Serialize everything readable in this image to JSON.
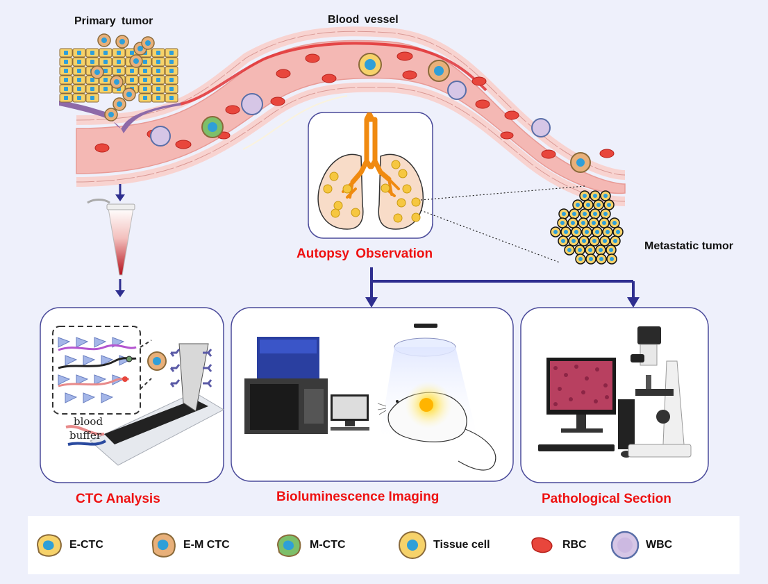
{
  "labels": {
    "primary_tumor": "Primary tumor",
    "blood_vessel": "Blood vessel",
    "metastatic_tumor": "Metastatic tumor",
    "autopsy": "Autopsy Observation",
    "ctc_analysis": "CTC Analysis",
    "biolum": "Bioluminescence Imaging",
    "patho": "Pathological Section",
    "chip_blood": "blood",
    "chip_buffer": "buffer"
  },
  "legend": [
    {
      "key": "ectc",
      "label": "E-CTC",
      "icon": "e-ctc-cell-icon"
    },
    {
      "key": "emctc",
      "label": "E-M CTC",
      "icon": "e-m-ctc-cell-icon"
    },
    {
      "key": "mctc",
      "label": "M-CTC",
      "icon": "m-ctc-cell-icon"
    },
    {
      "key": "tissue",
      "label": "Tissue cell",
      "icon": "tissue-cell-icon"
    },
    {
      "key": "rbc",
      "label": "RBC",
      "icon": "rbc-icon"
    },
    {
      "key": "wbc",
      "label": "WBC",
      "icon": "wbc-icon"
    }
  ],
  "colors": {
    "vessel": "#f4b8b4",
    "vessel_wall": "#f8d3d0",
    "rbc": "#e8463c",
    "arrow": "#2e2e8f",
    "heading_red": "#ee1111",
    "panel_border": "#4a4a9a",
    "tissue_fill": "#f6d26a",
    "nucleus": "#2f9fd8"
  }
}
